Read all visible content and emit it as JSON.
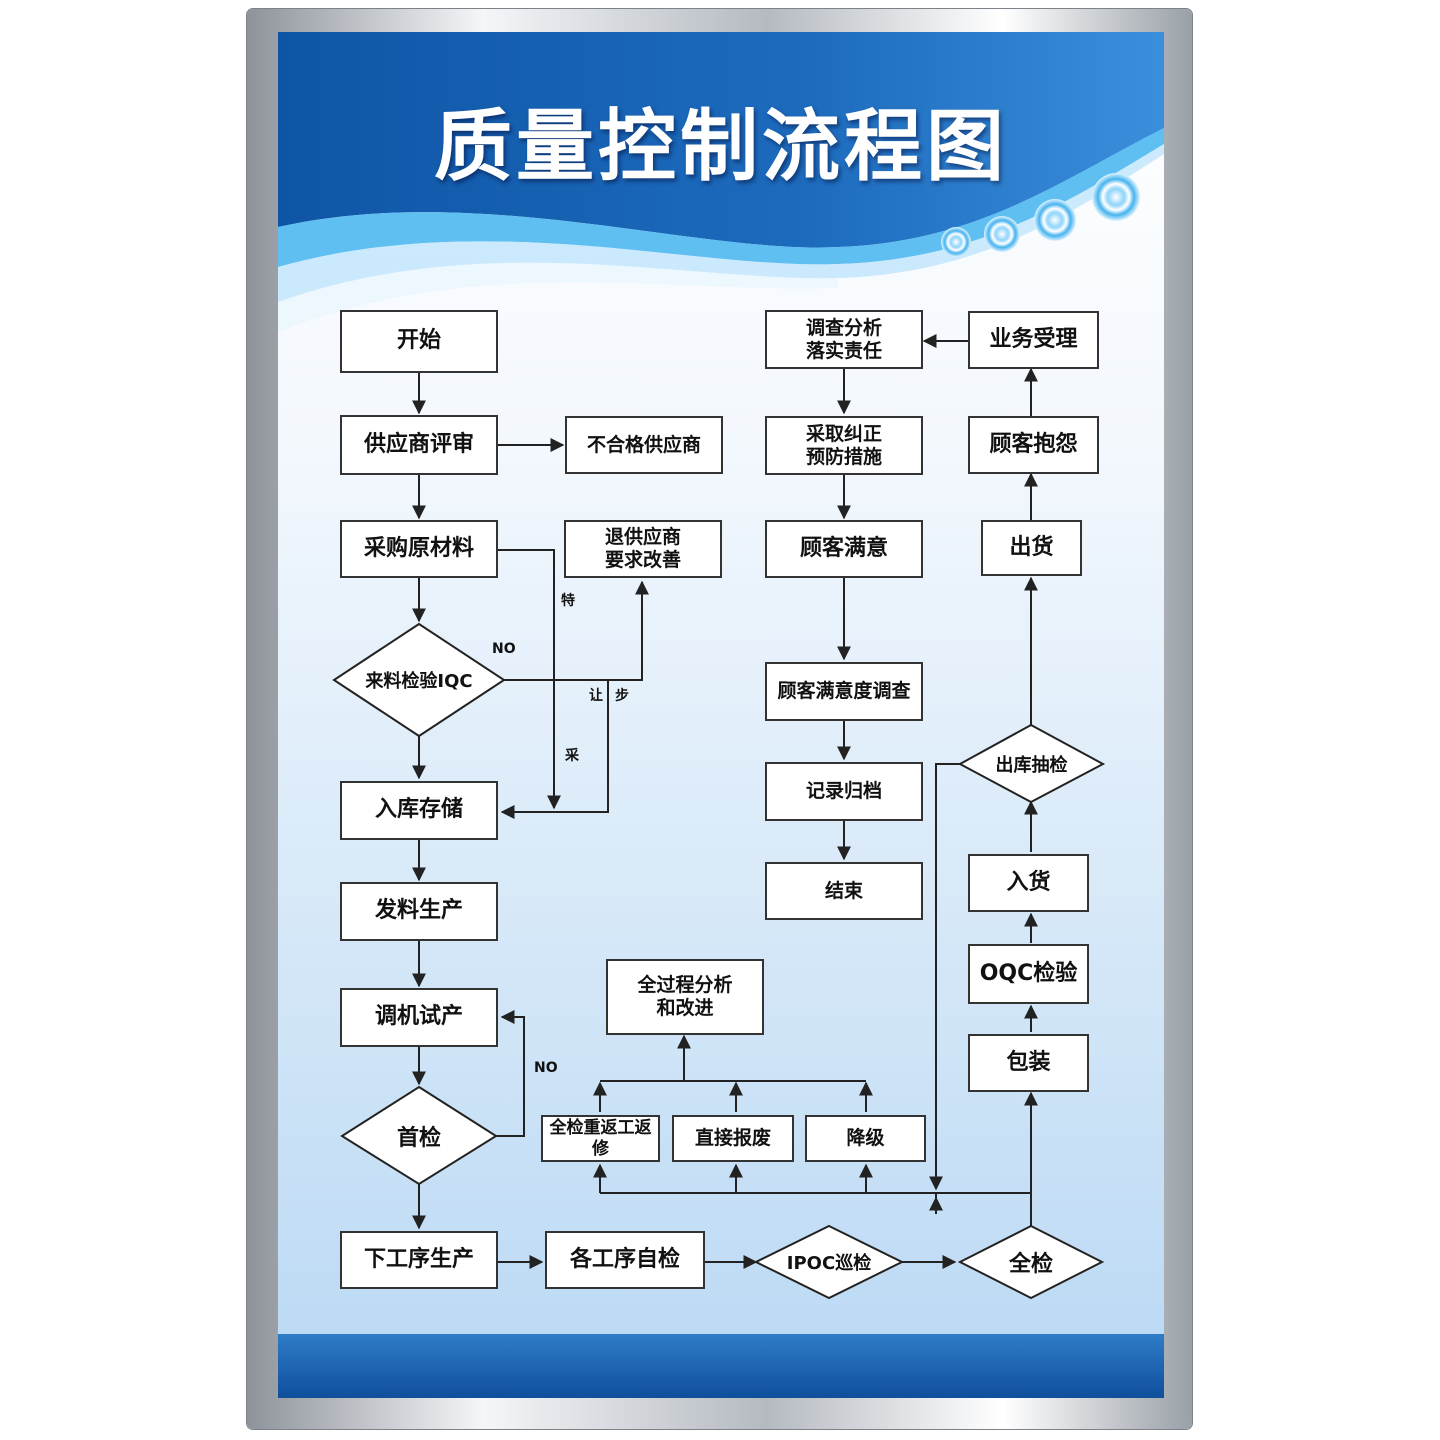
{
  "title": "质量控制流程图",
  "nodes": {
    "start": "开始",
    "supplier_review": "供应商评审",
    "unqualified_supplier": "不合格供应商",
    "purchase_materials": "采购原材料",
    "return_supplier": "退供应商\n要求改善",
    "iqc": "来料检验IQC",
    "warehouse_storage": "入库存储",
    "issue_materials": "发料生产",
    "trial_production": "调机试产",
    "first_inspection": "首检",
    "next_process": "下工序生产",
    "self_inspection": "各工序自检",
    "ipqc_patrol": "IPOC巡检",
    "full_inspection": "全检",
    "full_process_analysis": "全过程分析\n和改进",
    "rework": "全检重返工返修",
    "scrap": "直接报废",
    "downgrade": "降级",
    "packaging": "包装",
    "oqc": "OQC检验",
    "goods_in": "入货",
    "outbound_sampling": "出库抽检",
    "shipment": "出货",
    "customer_complaint": "顾客抱怨",
    "business_acceptance": "业务受理",
    "investigate_analysis": "调查分析\n落实责任",
    "corrective_measures": "采取纠正\n预防措施",
    "customer_satisfied": "顾客满意",
    "satisfaction_survey": "顾客满意度调查",
    "record_archive": "记录归档",
    "end": "结束"
  },
  "edge_labels": {
    "iqc_no": "NO",
    "first_no": "NO",
    "special_1": "特",
    "special_2": "让",
    "special_3": "步",
    "special_4": "采"
  },
  "colors": {
    "header_blue": "#0f56a8",
    "header_light": "#3a8fdc",
    "wave_light": "#4fb8f0",
    "line": "#222222"
  }
}
